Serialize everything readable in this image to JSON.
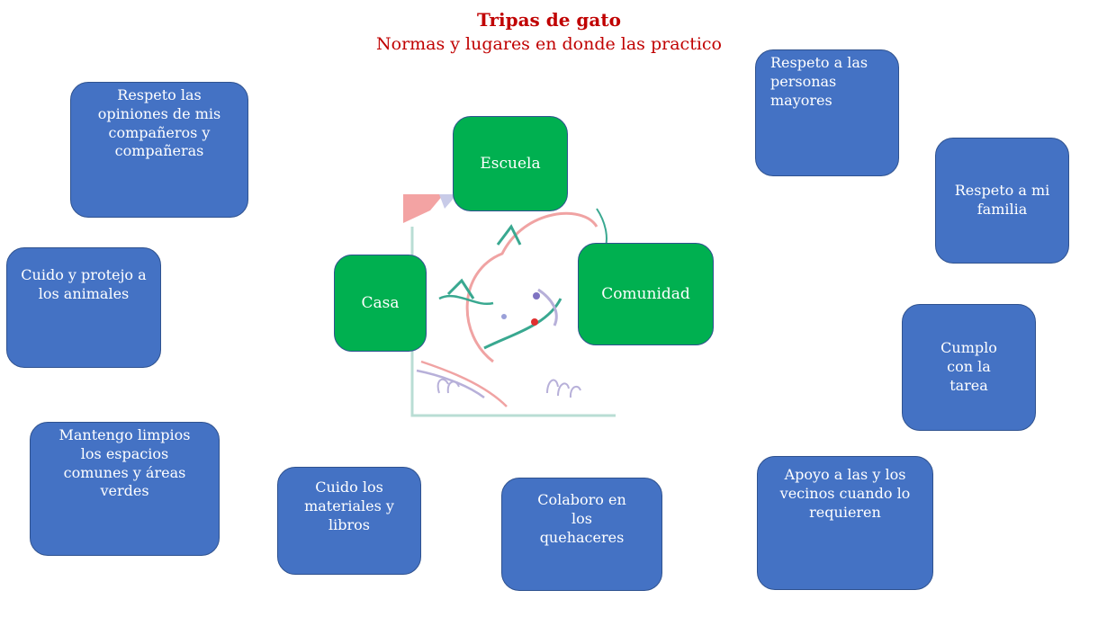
{
  "header": {
    "title": "Tripas de gato",
    "subtitle": "Normas y lugares en donde las practico"
  },
  "places": {
    "escuela": "Escuela",
    "casa": "Casa",
    "comunidad": "Comunidad"
  },
  "norms": {
    "respeto_opiniones": "Respeto las opiniones de mis compañeros y compañeras",
    "respeto_mayores": "Respeto a las personas mayores",
    "respeto_familia": "Respeto a mi familia",
    "cuido_animales": "Cuido y protejo a los animales",
    "cumplo_tarea": "Cumplo con la tarea",
    "mantengo_limpios": "Mantengo limpios los espacios comunes y áreas verdes",
    "cuido_materiales": "Cuido los materiales y libros",
    "colaboro_quehaceres": "Colaboro en los quehaceres",
    "apoyo_vecinos": "Apoyo a las y los vecinos cuando lo requieren"
  },
  "colors": {
    "title": "#c00000",
    "norm_card": "#4472c4",
    "place_card": "#00b050"
  }
}
